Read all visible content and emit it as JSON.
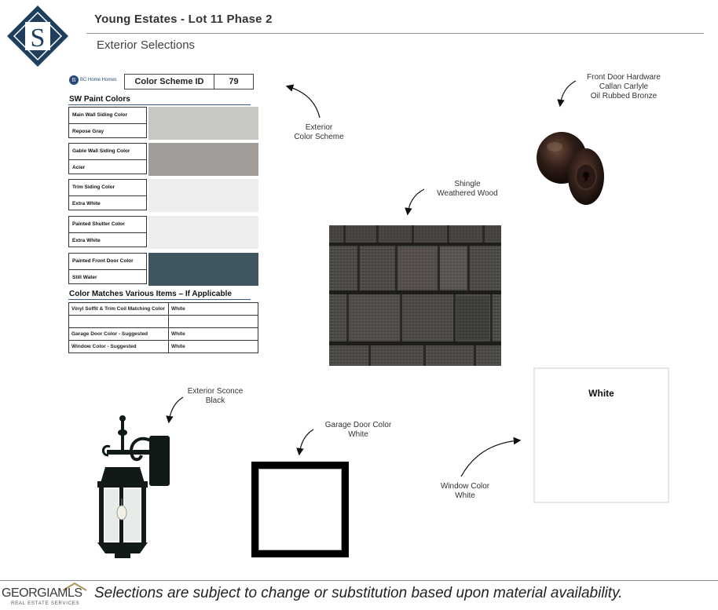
{
  "header": {
    "logo_letter": "S",
    "title": "Young Estates - Lot 11 Phase 2",
    "subtitle": "Exterior Selections"
  },
  "color_card": {
    "brand": "BC Home Homes",
    "scheme_label": "Color Scheme ID",
    "scheme_id": "79",
    "paint_heading": "SW Paint Colors",
    "paints": [
      {
        "area": "Main Wall Siding Color",
        "color": "Repose Gray",
        "hex": "#c9c7c3"
      },
      {
        "area": "Gable Wall Siding Color",
        "color": "Acier",
        "hex": "#a29d98"
      },
      {
        "area": "Trim Siding Color",
        "color": "Extra White",
        "hex": "#eeeeec"
      },
      {
        "area": "Painted Shutter Color",
        "color": "Extra White",
        "hex": "#eeeeec"
      },
      {
        "area": "Painted Front Door Color",
        "color": "Still Water",
        "hex": "#3f5660"
      }
    ],
    "matches_heading": "Color Matches Various Items – If Applicable",
    "matches": [
      {
        "item": "Vinyl Soffit & Trim Coil Matching Color",
        "value": "White"
      },
      {
        "item": "",
        "value": ""
      },
      {
        "item": "Garage Door Color - Suggested",
        "value": "White"
      },
      {
        "item": "Window Color - Suggested",
        "value": "White"
      }
    ]
  },
  "labels": {
    "exterior_scheme": [
      "Exterior",
      "Color Scheme"
    ],
    "door_hardware": [
      "Front Door Hardware",
      "Callan Carlyle",
      "Oil Rubbed Bronze"
    ],
    "shingle": [
      "Shingle",
      "Weathered Wood"
    ],
    "sconce": [
      "Exterior Sconce",
      "Black"
    ],
    "garage_door": [
      "Garage Door Color",
      "White"
    ],
    "window": [
      "Window Color",
      "White"
    ]
  },
  "window_swatch_label": "White",
  "footer": {
    "mls_brand": "GEORGIAMLS",
    "mls_sub": "REAL ESTATE SERVICES",
    "disclaimer": "Selections are subject to change or substitution based upon material availability."
  }
}
